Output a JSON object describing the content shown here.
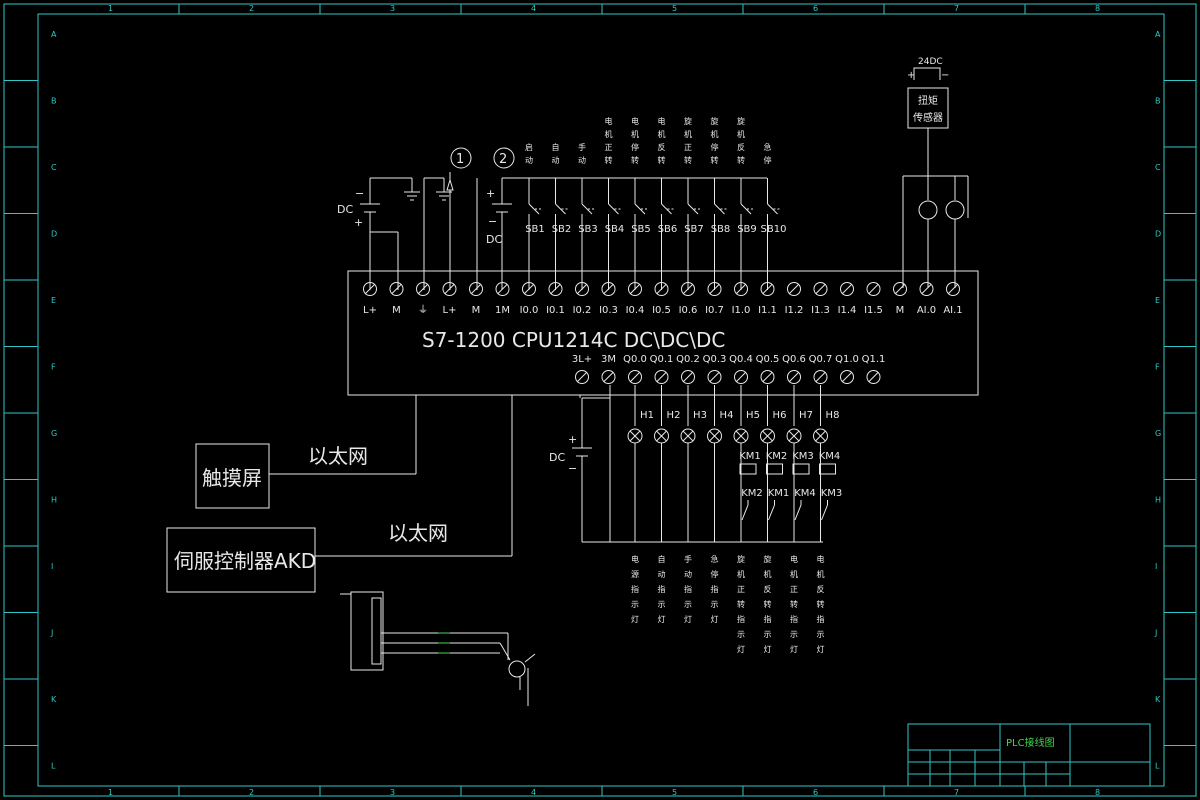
{
  "border": {
    "columns": [
      "1",
      "2",
      "3",
      "4",
      "5",
      "6",
      "7",
      "8"
    ],
    "rows": [
      "A",
      "B",
      "C",
      "D",
      "E",
      "F",
      "G",
      "H",
      "I",
      "J",
      "K",
      "L"
    ]
  },
  "plc": {
    "model": "S7-1200  CPU1214C  DC\\DC\\DC",
    "top_terminals": [
      "L+",
      "M",
      "⏚",
      "L+",
      "M",
      "1M",
      "I0.0",
      "I0.1",
      "I0.2",
      "I0.3",
      "I0.4",
      "I0.5",
      "I0.6",
      "I0.7",
      "I1.0",
      "I1.1",
      "I1.2",
      "I1.3",
      "I1.4",
      "I1.5",
      "M",
      "AI.0",
      "AI.1"
    ],
    "bottom_terminals": [
      "3L+",
      "3M",
      "Q0.0",
      "Q0.1",
      "Q0.2",
      "Q0.3",
      "Q0.4",
      "Q0.5",
      "Q0.6",
      "Q0.7",
      "Q1.0",
      "Q1.1"
    ]
  },
  "inputs": {
    "circle1": "1",
    "circle2": "2",
    "dc_left": "DC",
    "dc_mid": "DC",
    "switches": [
      "SB1",
      "SB2",
      "SB3",
      "SB4",
      "SB5",
      "SB6",
      "SB7",
      "SB8",
      "SB9",
      "SB10"
    ],
    "labels": [
      "启动",
      "自动",
      "手动",
      "电机正转",
      "电机停转",
      "电机反转",
      "旋机正转",
      "旋机停转",
      "旋机反转",
      "急停"
    ]
  },
  "sensor": {
    "supply": "24DC",
    "name_line1": "扭矩",
    "name_line2": "传感器"
  },
  "outputs": {
    "dc": "DC",
    "lamps": [
      "H1",
      "H2",
      "H3",
      "H4",
      "H5",
      "H6",
      "H7",
      "H8"
    ],
    "coils": [
      "KM1",
      "KM2",
      "KM3",
      "KM4"
    ],
    "interlocks": [
      "KM2",
      "KM1",
      "KM4",
      "KM3"
    ],
    "labels": [
      "电源指示灯",
      "自动指示灯",
      "手动指示灯",
      "急停指示灯",
      "旋机正转指示灯",
      "旋机反转指示灯",
      "电机正转指示灯",
      "电机反转指示灯"
    ]
  },
  "network": {
    "hmi": "触摸屏",
    "servo": "伺服控制器AKD",
    "eth1": "以太网",
    "eth2": "以太网"
  },
  "title_block": {
    "title": "PLC接线图"
  }
}
